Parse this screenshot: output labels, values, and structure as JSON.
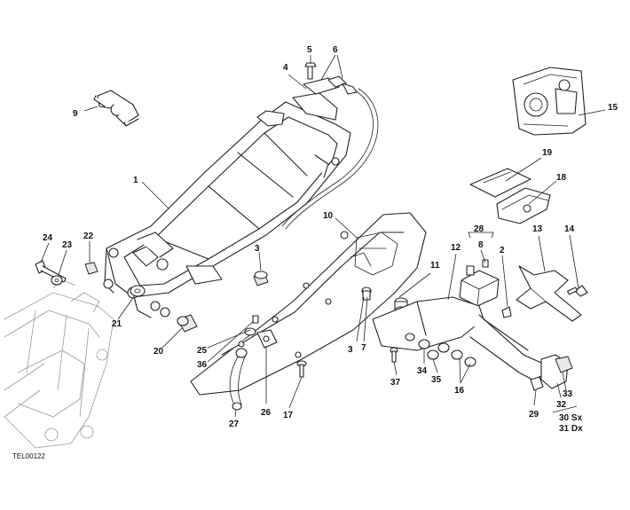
{
  "drawing_code": "TEL00122",
  "callouts": [
    {
      "id": "c1",
      "label": "1"
    },
    {
      "id": "c2",
      "label": "2"
    },
    {
      "id": "c3a",
      "label": "3"
    },
    {
      "id": "c3b",
      "label": "3"
    },
    {
      "id": "c4",
      "label": "4"
    },
    {
      "id": "c5",
      "label": "5"
    },
    {
      "id": "c6",
      "label": "6"
    },
    {
      "id": "c7",
      "label": "7"
    },
    {
      "id": "c8",
      "label": "8"
    },
    {
      "id": "c9",
      "label": "9"
    },
    {
      "id": "c10",
      "label": "10"
    },
    {
      "id": "c11",
      "label": "11"
    },
    {
      "id": "c12",
      "label": "12"
    },
    {
      "id": "c13",
      "label": "13"
    },
    {
      "id": "c14",
      "label": "14"
    },
    {
      "id": "c15",
      "label": "15"
    },
    {
      "id": "c16",
      "label": "16"
    },
    {
      "id": "c17",
      "label": "17"
    },
    {
      "id": "c18",
      "label": "18"
    },
    {
      "id": "c19",
      "label": "19"
    },
    {
      "id": "c20",
      "label": "20"
    },
    {
      "id": "c21",
      "label": "21"
    },
    {
      "id": "c22",
      "label": "22"
    },
    {
      "id": "c23",
      "label": "23"
    },
    {
      "id": "c24",
      "label": "24"
    },
    {
      "id": "c25",
      "label": "25"
    },
    {
      "id": "c26",
      "label": "26"
    },
    {
      "id": "c27",
      "label": "27"
    },
    {
      "id": "c28",
      "label": "28"
    },
    {
      "id": "c29",
      "label": "29"
    },
    {
      "id": "c30",
      "label": "30 Sx"
    },
    {
      "id": "c31",
      "label": "31 Dx"
    },
    {
      "id": "c32",
      "label": "32"
    },
    {
      "id": "c33",
      "label": "33"
    },
    {
      "id": "c34",
      "label": "34"
    },
    {
      "id": "c35",
      "label": "35"
    },
    {
      "id": "c36",
      "label": "36"
    },
    {
      "id": "c37",
      "label": "37"
    }
  ]
}
